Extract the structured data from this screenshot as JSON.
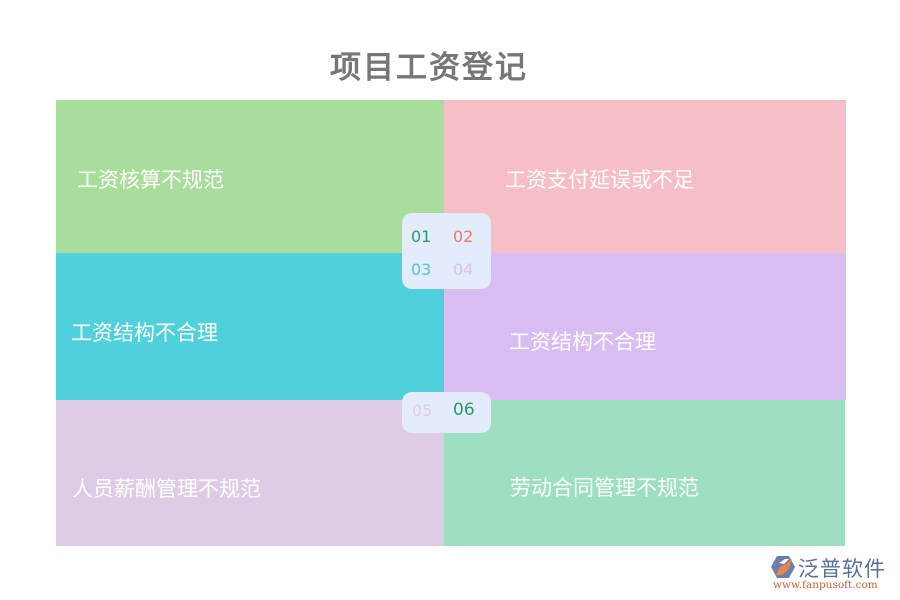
{
  "title": "项目工资登记",
  "panels": [
    {
      "number": "01",
      "label": "工资核算不规范",
      "color": "#a8dd9b",
      "number_color": "#2a9a6c"
    },
    {
      "number": "02",
      "label": "工资支付延误或不足",
      "color": "#f6bfc7",
      "number_color": "#ef7a6a"
    },
    {
      "number": "03",
      "label": "工资结构不合理",
      "color": "#4fd0da",
      "number_color": "#4fc6d6"
    },
    {
      "number": "04",
      "label": "工资结构不合理",
      "color": "#d8bdf2",
      "number_color": "#d9c2f0"
    },
    {
      "number": "05",
      "label": "人员薪酬管理不规范",
      "color": "#decbe6",
      "number_color": "#e3cce4"
    },
    {
      "number": "06",
      "label": "劳动合同管理不规范",
      "color": "#9ddfc0",
      "number_color": "#2a9a6c"
    }
  ],
  "badge_background": "#e2ecfa",
  "logo": {
    "name": "泛普软件",
    "url": "www.fanpusoft.com",
    "icon": "fanpu-logo-icon"
  }
}
